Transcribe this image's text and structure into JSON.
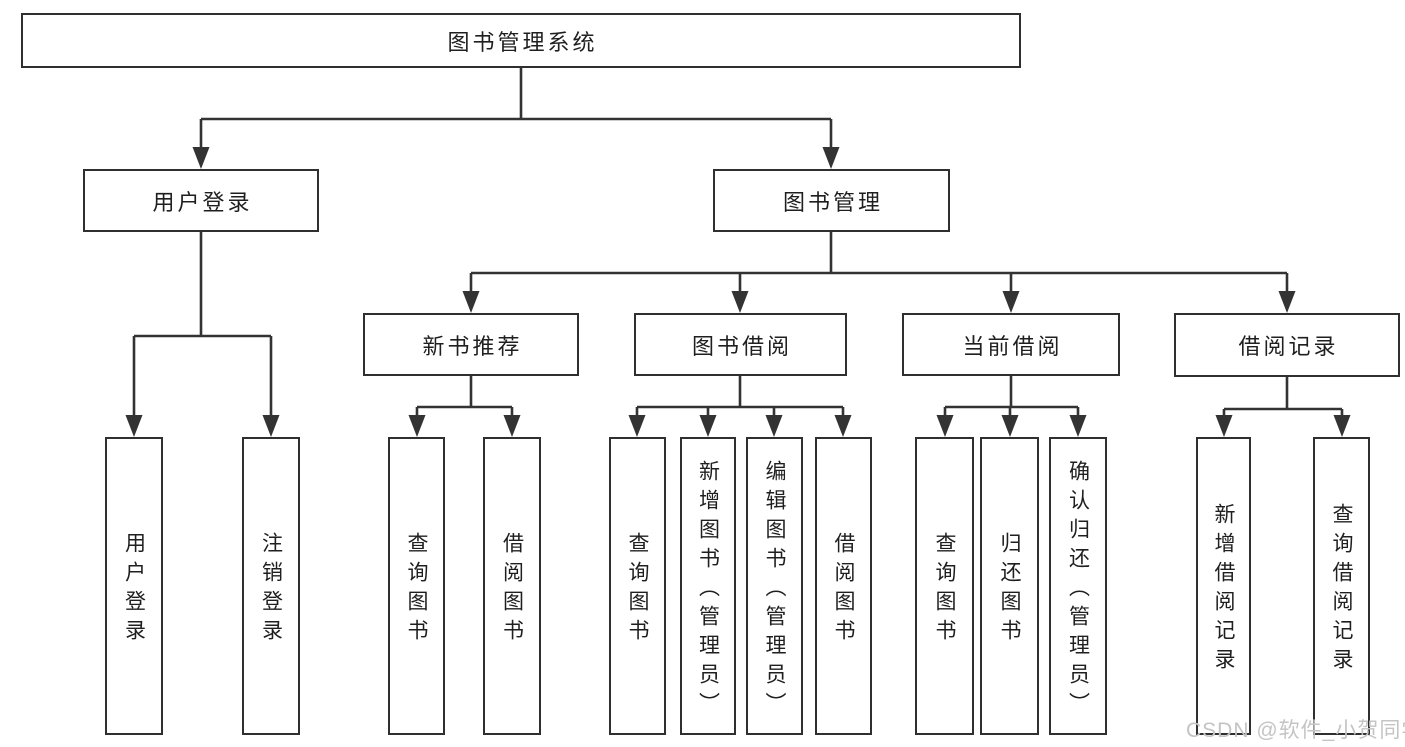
{
  "diagram": {
    "type": "hierarchy-chart",
    "nodes": {
      "root": {
        "label": "图书管理系统"
      },
      "level2": [
        {
          "label": "用户登录"
        },
        {
          "label": "图书管理"
        }
      ],
      "level3": [
        {
          "label": "新书推荐",
          "parent": "图书管理"
        },
        {
          "label": "图书借阅",
          "parent": "图书管理"
        },
        {
          "label": "当前借阅",
          "parent": "图书管理"
        },
        {
          "label": "借阅记录",
          "parent": "图书管理"
        }
      ],
      "leaves": [
        {
          "label": "用户登录",
          "parent": "用户登录"
        },
        {
          "label": "注销登录",
          "parent": "用户登录"
        },
        {
          "label": "查询图书",
          "parent": "新书推荐"
        },
        {
          "label": "借阅图书",
          "parent": "新书推荐"
        },
        {
          "label": "查询图书",
          "parent": "图书借阅"
        },
        {
          "label": "新增图书（管理员）",
          "parent": "图书借阅"
        },
        {
          "label": "编辑图书（管理员）",
          "parent": "图书借阅"
        },
        {
          "label": "借阅图书",
          "parent": "图书借阅"
        },
        {
          "label": "查询图书",
          "parent": "当前借阅"
        },
        {
          "label": "归还图书",
          "parent": "当前借阅"
        },
        {
          "label": "确认归还（管理员）",
          "parent": "当前借阅"
        },
        {
          "label": "新增借阅记录",
          "parent": "借阅记录"
        },
        {
          "label": "查询借阅记录",
          "parent": "借阅记录"
        }
      ]
    },
    "colors": {
      "line": "#333333",
      "box_border": "#2f2f2f",
      "text": "#1f1f1f",
      "background": "#ffffff"
    }
  },
  "watermark": {
    "text": "CSDN @软件_小贺同学",
    "color": "#c4c4c4"
  }
}
